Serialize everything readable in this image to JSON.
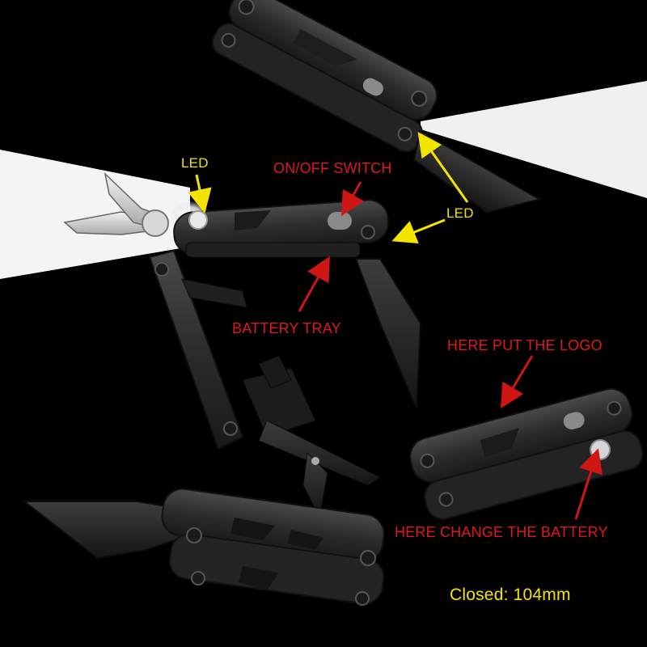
{
  "labels": {
    "led_left": "LED",
    "on_off_switch": "ON/OFF SWITCH",
    "led_right": "LED",
    "battery_tray": "BATTERY TRAY",
    "logo_area": "HERE PUT THE LOGO",
    "change_battery": "HERE CHANGE THE BATTERY",
    "closed_size": "Closed: 104mm"
  },
  "colors": {
    "background": "#000000",
    "callout_yellow": "#f5e400",
    "callout_red": "#e01818",
    "tool_body": "#2b2b2b"
  },
  "scene": {
    "items": [
      "multitool-top-closed-with-blade",
      "multitool-center-open-pliers",
      "multitool-right-closed-battery",
      "multitool-bottom-closed-with-blade",
      "led-light-beams",
      "callout-arrows"
    ]
  }
}
